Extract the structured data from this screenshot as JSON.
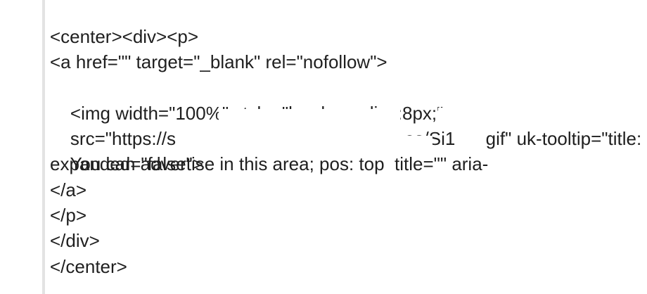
{
  "code_lines": [
    "<center><div><p>",
    "<a href=\"\" target=\"_blank\" rel=\"nofollow\">",
    "<img width=\"100%\" stvle=\"border-radius:8px;\"",
    "src=\"https://s                                             es/Si1      gif\" uk-tooltip=\"title:",
    "You can advertise in this area; pos: top  title=\"\" aria-",
    "expanded=\"false\">",
    "</a>",
    "</p>",
    "</div>",
    "</center>"
  ]
}
